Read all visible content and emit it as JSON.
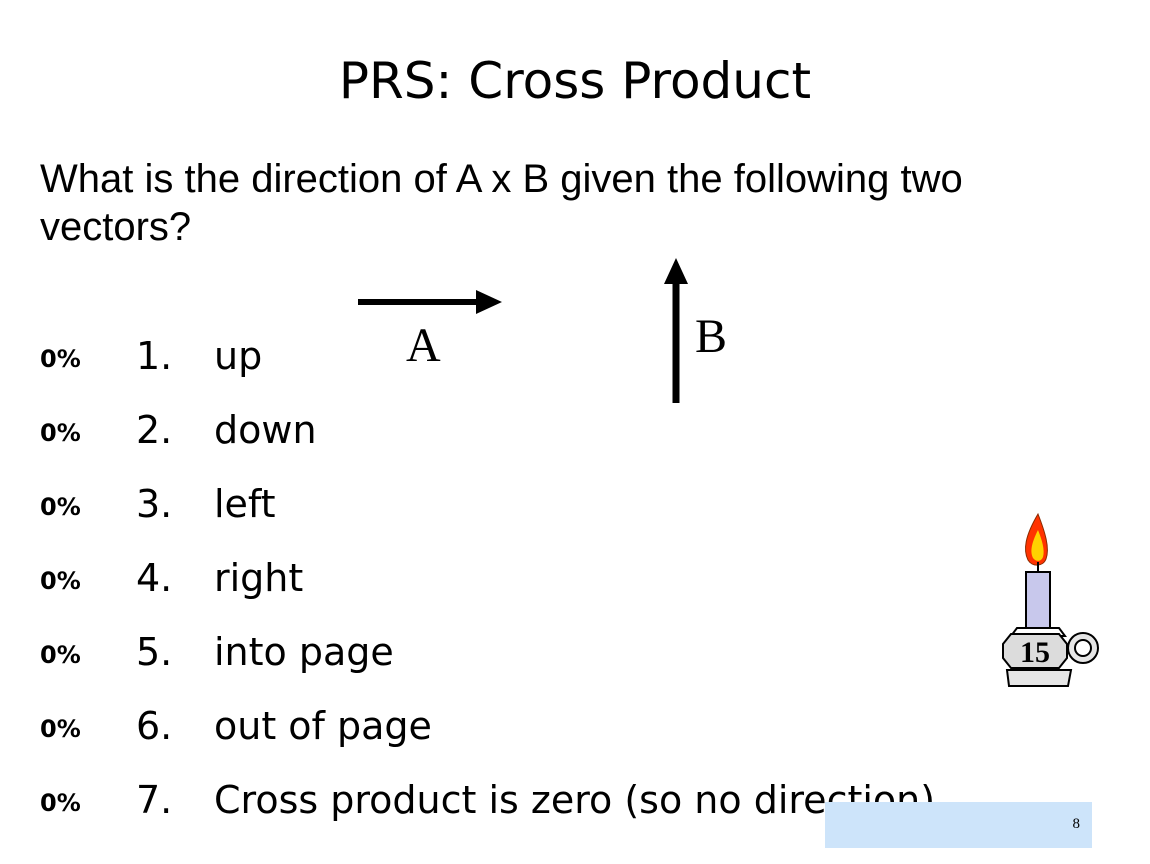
{
  "slide": {
    "title": "PRS: Cross Product",
    "question": "What is the direction of A x B given the following two vectors?",
    "vector_a_label": "A",
    "vector_b_label": "B",
    "page_number": "8"
  },
  "answers": [
    {
      "percent": "0%",
      "number": "1.",
      "text": "up"
    },
    {
      "percent": "0%",
      "number": "2.",
      "text": "down"
    },
    {
      "percent": "0%",
      "number": "3.",
      "text": "left"
    },
    {
      "percent": "0%",
      "number": "4.",
      "text": "right"
    },
    {
      "percent": "0%",
      "number": "5.",
      "text": "into page"
    },
    {
      "percent": "0%",
      "number": "6.",
      "text": "out of page"
    },
    {
      "percent": "0%",
      "number": "7.",
      "text": "Cross product is zero (so no direction)"
    }
  ],
  "timer": {
    "icon": "candle-countdown-icon",
    "seconds": "15"
  },
  "colors": {
    "page_box": "#cde4fa",
    "flame_outer": "#ff3300",
    "flame_inner": "#ffd200",
    "candle": "#c8c8ec"
  }
}
